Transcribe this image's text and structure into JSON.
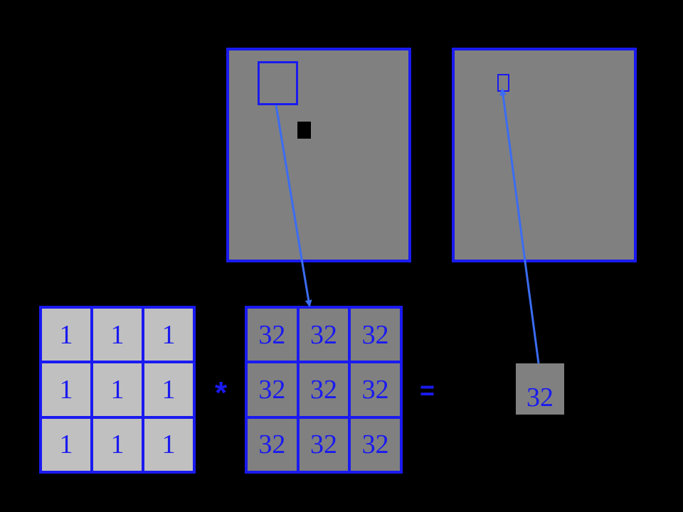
{
  "kernel": {
    "cells": [
      "1",
      "1",
      "1",
      "1",
      "1",
      "1",
      "1",
      "1",
      "1"
    ]
  },
  "patch": {
    "cells": [
      "32",
      "32",
      "32",
      "32",
      "32",
      "32",
      "32",
      "32",
      "32"
    ]
  },
  "operators": {
    "convolve": "*",
    "equals": "="
  },
  "result": {
    "value": "32"
  },
  "colors": {
    "background": "#000000",
    "accent_blue": "#1a1af0",
    "arrow_blue": "#3b6cf2",
    "image_gray": "#808080",
    "kernel_gray": "#c0c0c0"
  }
}
